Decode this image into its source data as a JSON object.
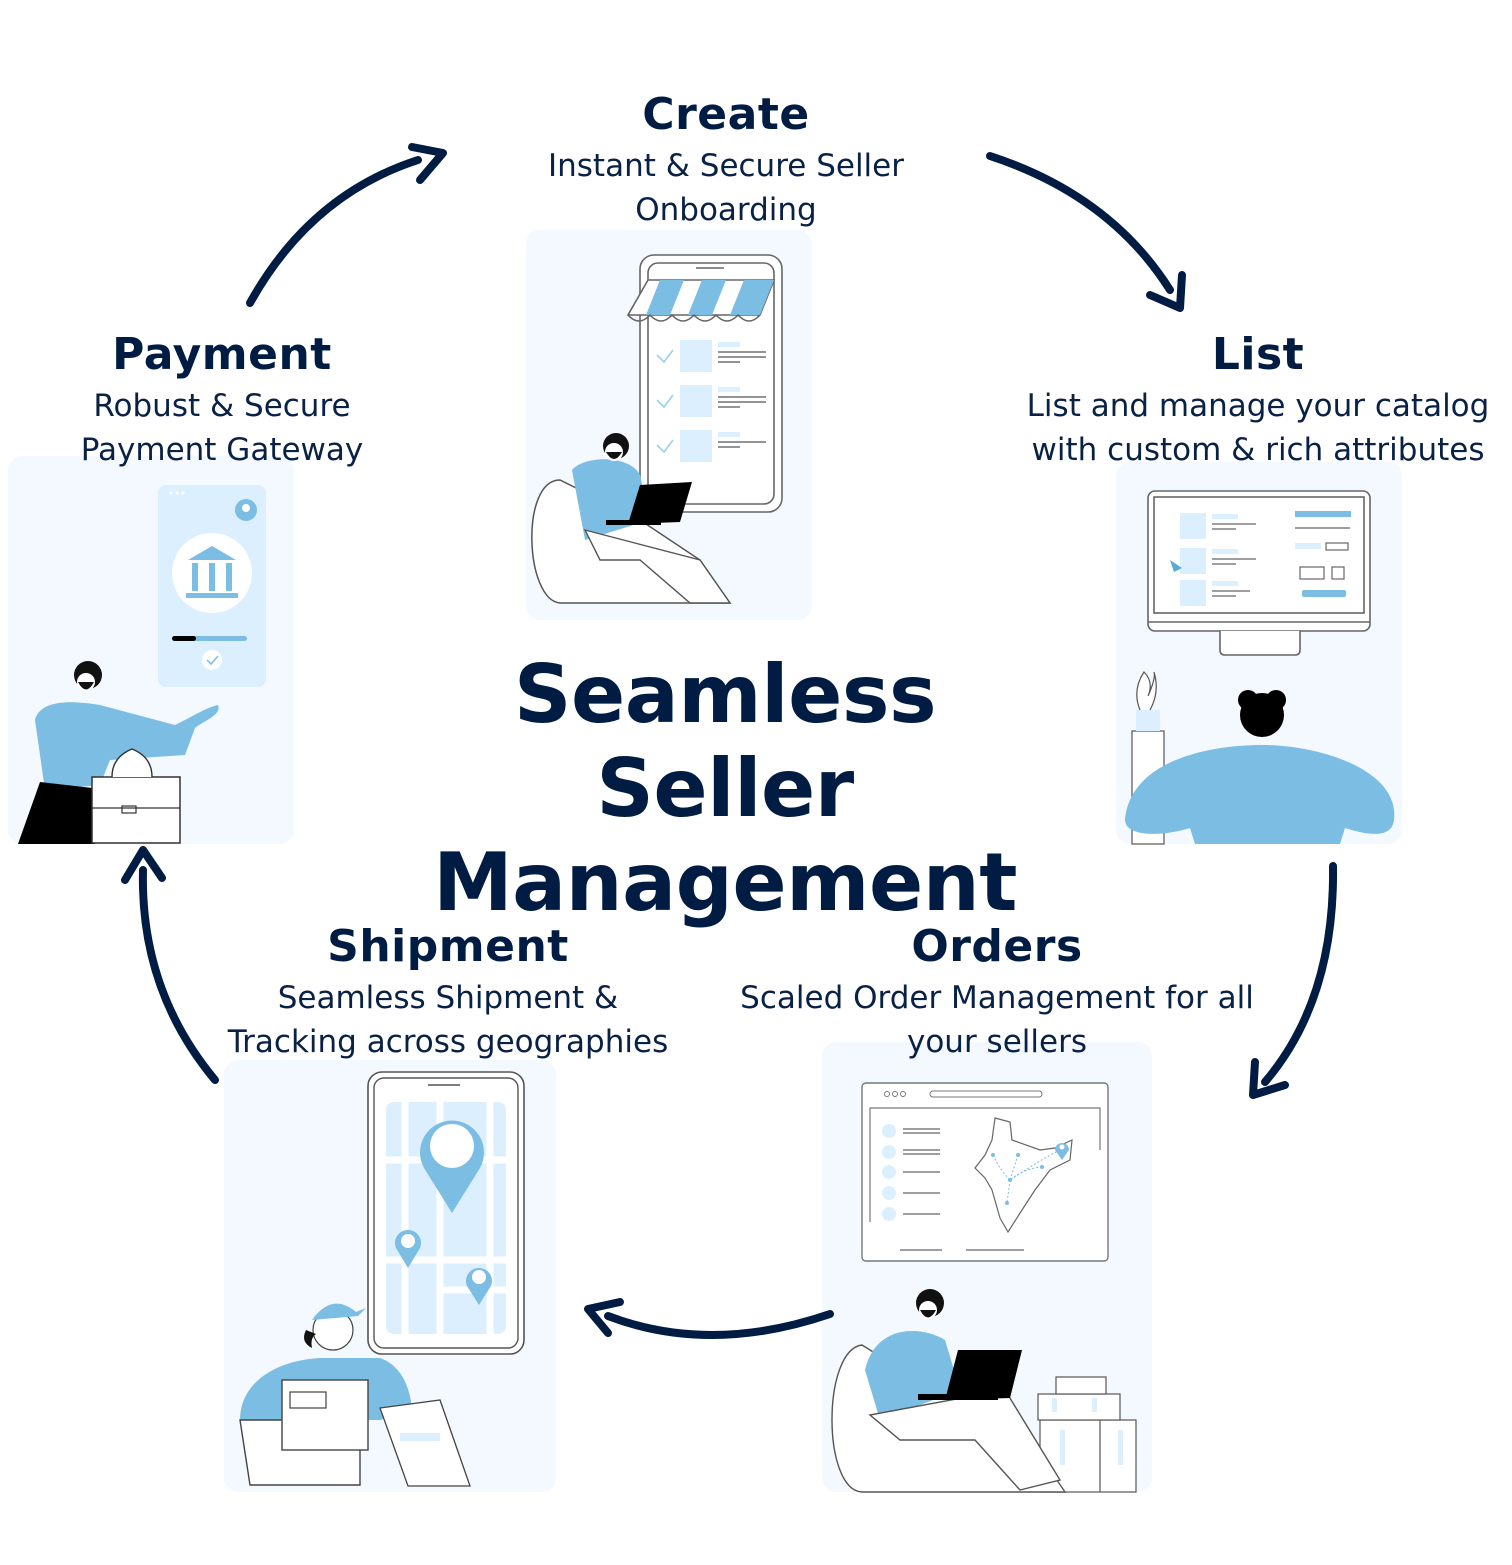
{
  "diagram": {
    "title": "Seamless Seller Management",
    "title_line1": "Seamless Seller",
    "title_line2": "Management",
    "flow_direction": "clockwise",
    "colors": {
      "text": "#001c43",
      "arrow": "#001c43",
      "panel_background": "#f3f9fe",
      "accent_blue": "#7bbde3",
      "light_blue": "#dcefff"
    },
    "stages": [
      {
        "id": "create",
        "title": "Create",
        "desc_line1": "Instant & Secure Seller",
        "desc_line2": "Onboarding",
        "illustration": "storefront-phone-person-laptop"
      },
      {
        "id": "list",
        "title": "List",
        "desc_line1": "List and manage your catalog",
        "desc_line2": "with custom & rich attributes",
        "illustration": "desktop-catalog-person"
      },
      {
        "id": "orders",
        "title": "Orders",
        "desc_line1": "Scaled Order Management for all",
        "desc_line2": "your sellers",
        "illustration": "map-dashboard-person-laptop"
      },
      {
        "id": "shipment",
        "title": "Shipment",
        "desc_line1": "Seamless Shipment &",
        "desc_line2": "Tracking across geographies",
        "illustration": "phone-map-delivery-person"
      },
      {
        "id": "payment",
        "title": "Payment",
        "desc_line1": "Robust & Secure",
        "desc_line2": "Payment Gateway",
        "illustration": "bank-phone-businessman"
      }
    ],
    "arrows": [
      {
        "from": "payment",
        "to": "create"
      },
      {
        "from": "create",
        "to": "list"
      },
      {
        "from": "list",
        "to": "orders"
      },
      {
        "from": "orders",
        "to": "shipment"
      },
      {
        "from": "shipment",
        "to": "payment"
      }
    ]
  }
}
